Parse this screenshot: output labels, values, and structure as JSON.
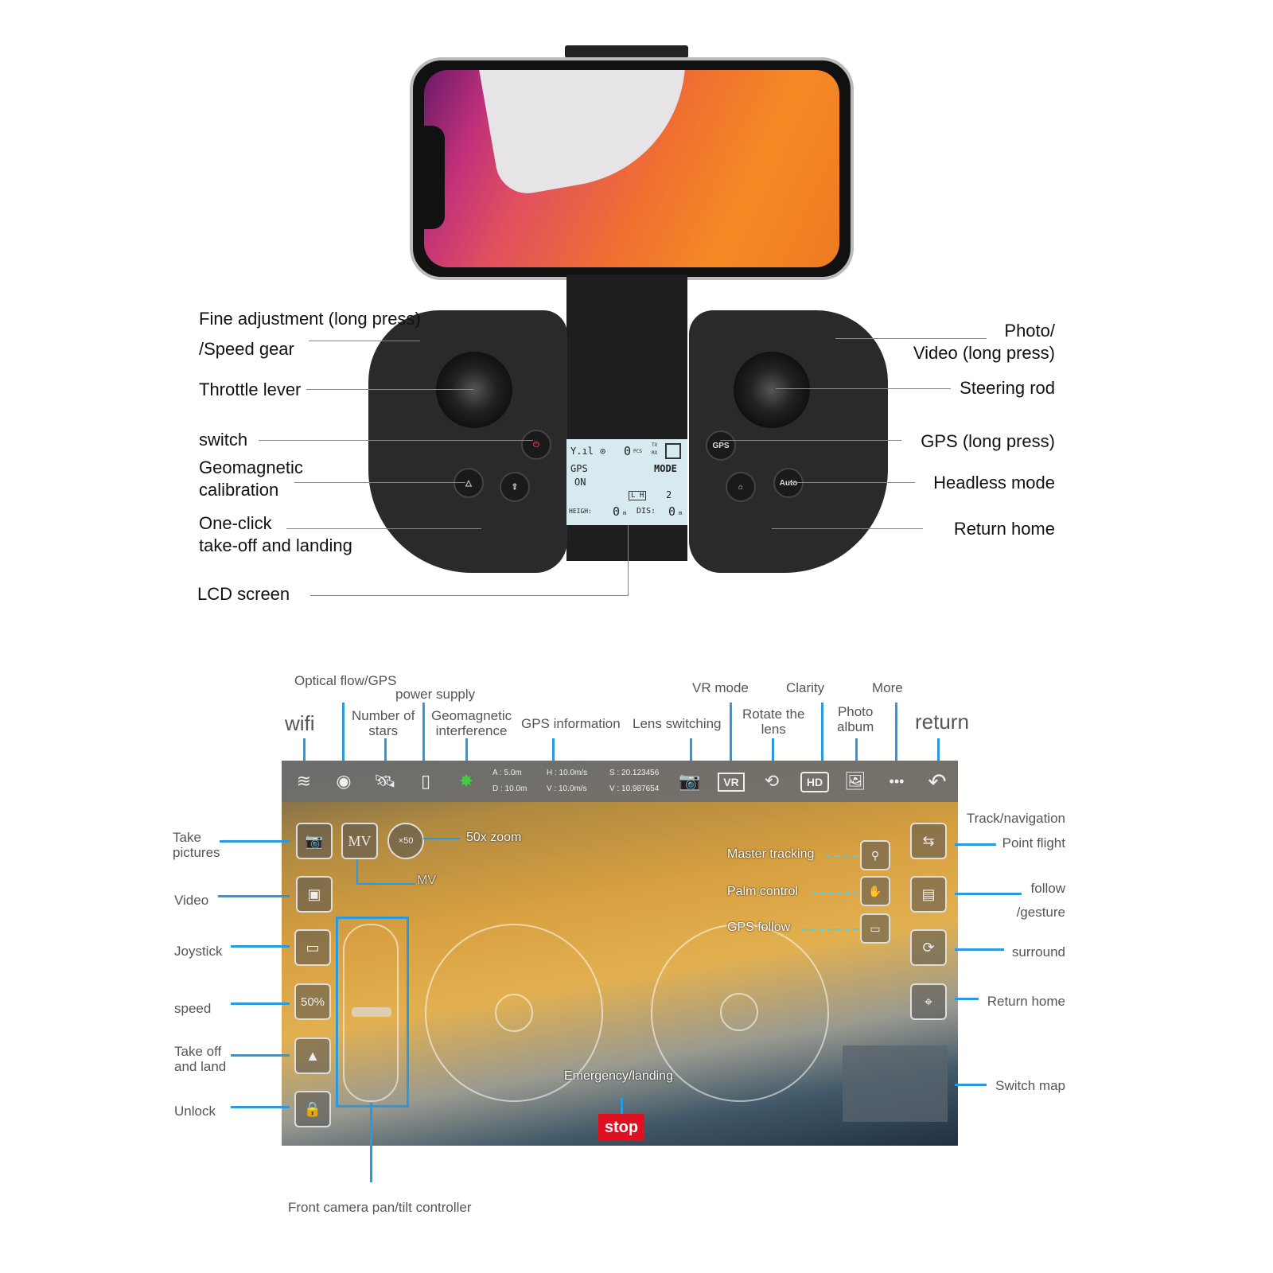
{
  "controller": {
    "left_labels": [
      {
        "id": "fine",
        "lines": [
          "Fine adjustment (long press)",
          "/Speed gear"
        ]
      },
      {
        "id": "throttle",
        "lines": [
          "Throttle lever"
        ]
      },
      {
        "id": "switch",
        "lines": [
          "switch"
        ]
      },
      {
        "id": "geo",
        "lines": [
          "Geomagnetic",
          "calibration"
        ]
      },
      {
        "id": "takeoff",
        "lines": [
          "One-click",
          "take-off and landing"
        ]
      },
      {
        "id": "lcd",
        "lines": [
          "LCD screen"
        ]
      }
    ],
    "right_labels": [
      {
        "id": "photo",
        "lines": [
          "Photo/",
          "Video (long press)"
        ]
      },
      {
        "id": "steer",
        "lines": [
          "Steering rod"
        ]
      },
      {
        "id": "gps",
        "lines": [
          "GPS (long press)"
        ]
      },
      {
        "id": "headless",
        "lines": [
          "Headless mode"
        ]
      },
      {
        "id": "home",
        "lines": [
          "Return home"
        ]
      }
    ],
    "buttons": {
      "gps": "GPS",
      "auto": "Auto"
    },
    "lcd": {
      "signal": "Y.ıl",
      "gps": "GPS",
      "on": "ON",
      "pcs": "0",
      "pcs_unit": "PCS",
      "tx": "TX",
      "rx": "RX",
      "mode": "MODE",
      "mode_val": "2",
      "lh": "L H",
      "height_label": "HEIGH:",
      "height": "0",
      "height_unit": "m",
      "dis_label": "DIS:",
      "dis": "0",
      "dis_unit": "m"
    }
  },
  "app": {
    "top_labels": {
      "wifi": "wifi",
      "optical": "Optical flow/GPS",
      "stars": [
        "Number of",
        "stars"
      ],
      "power": "power supply",
      "geo": [
        "Geomagnetic",
        "interference"
      ],
      "gps_info": "GPS information",
      "lens": "Lens switching",
      "vr": "VR mode",
      "rotate": [
        "Rotate the",
        "lens"
      ],
      "clarity": "Clarity",
      "album": [
        "Photo",
        "album"
      ],
      "more": "More",
      "return": "return"
    },
    "info": {
      "a": "A : 5.0m",
      "d": "D : 10.0m",
      "h": "H : 10.0m/s",
      "v": "V : 10.0m/s",
      "s": "S : 20.123456",
      "v2": "V : 10.987654"
    },
    "topbar_icons": {
      "vr": "VR",
      "hd": "HD",
      "more": "•••"
    },
    "left_labels": [
      {
        "id": "take",
        "lines": [
          "Take",
          "pictures"
        ]
      },
      {
        "id": "video",
        "lines": [
          "Video"
        ]
      },
      {
        "id": "joystick",
        "lines": [
          "Joystick"
        ]
      },
      {
        "id": "speed",
        "lines": [
          "speed"
        ]
      },
      {
        "id": "takeoff",
        "lines": [
          "Take off",
          "and land"
        ]
      },
      {
        "id": "unlock",
        "lines": [
          "Unlock"
        ]
      }
    ],
    "right_labels": [
      {
        "id": "track",
        "lines": [
          "Track/navigation"
        ]
      },
      {
        "id": "point",
        "lines": [
          "Point flight"
        ]
      },
      {
        "id": "follow",
        "lines": [
          "follow",
          "/gesture"
        ]
      },
      {
        "id": "surround",
        "lines": [
          "surround"
        ]
      },
      {
        "id": "home",
        "lines": [
          "Return home"
        ]
      },
      {
        "id": "map",
        "lines": [
          "Switch map"
        ]
      }
    ],
    "speed_value": "50%",
    "mv": "MV",
    "zoom_badge": "×50",
    "zoom_label": "50x zoom",
    "mv_label": "MV",
    "master": "Master tracking",
    "palm": "Palm control",
    "gpsfollow": "GPS follow",
    "emergency": "Emergency/landing",
    "stop": "stop",
    "ptz": "Front camera pan/tilt controller",
    "colors": {
      "accent": "#2a9ae0",
      "stop": "#e01020"
    }
  }
}
